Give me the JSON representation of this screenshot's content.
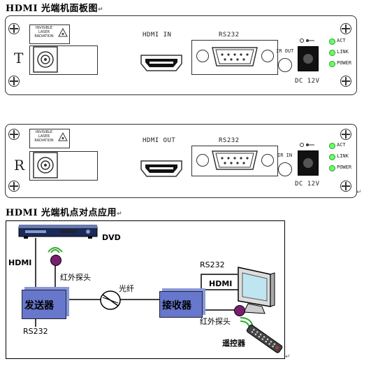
{
  "headings": {
    "panel_title": "HDMI 光端机面板图",
    "app_title": "HDMI 光端机点对点应用"
  },
  "transmitter_panel": {
    "letter": "T",
    "laser_text": "INVISIBLE LASER RADIATION",
    "hdmi_label": "HDMI IN",
    "rs232_label": "RS232",
    "ir_label": "IR OUT",
    "dc_label": "DC 12V",
    "leds": [
      "ACT",
      "LINK",
      "POWER"
    ]
  },
  "receiver_panel": {
    "letter": "R",
    "laser_text": "INVISIBLE LASER RADIATION",
    "hdmi_label": "HDMI OUT",
    "rs232_label": "RS232",
    "ir_label": "IR IN",
    "dc_label": "DC 12V",
    "leds": [
      "ACT",
      "LINK",
      "POWER"
    ]
  },
  "diagram": {
    "dvd": "DVD",
    "hdmi_left": "HDMI",
    "ir_left": "红外探头",
    "sender": "发送器",
    "fiber": "光纤",
    "rs232_left": "RS232",
    "receiver": "接收器",
    "rs232_right": "RS232",
    "hdmi_right": "HDMI",
    "ir_right": "红外探头",
    "remote": "遥控器"
  },
  "colors": {
    "box": "#6677cc",
    "probe": "#7a1f6f",
    "led": "#66ff66",
    "signal": "#33aa33"
  }
}
